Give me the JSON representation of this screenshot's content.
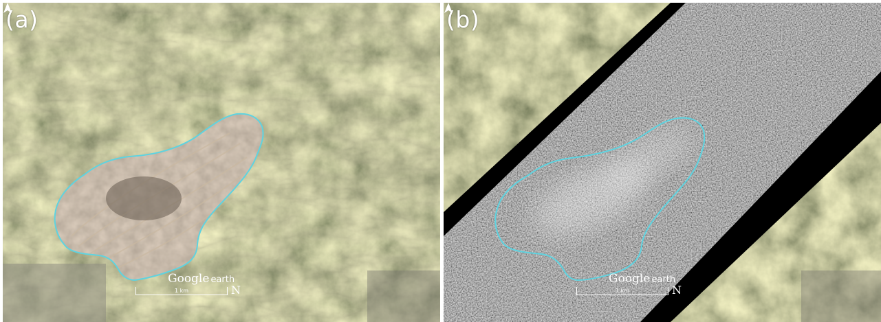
{
  "panels": [
    {
      "label": "(a)",
      "content": "satellite-image",
      "logo": {
        "word1": "Google",
        "word2": "earth"
      },
      "scale": {
        "text": "1 km"
      },
      "north": "N"
    },
    {
      "label": "(b)",
      "content": "satellite-image-with-change-detection-strip",
      "logo": {
        "word1": "Google",
        "word2": "earth"
      },
      "scale": {
        "text": "1 km"
      },
      "north": "N"
    }
  ],
  "colors": {
    "outline": "#5ed3e0",
    "terrain_dark": "#2f3a22",
    "terrain_mid": "#4a5432",
    "terrain_light": "#8a7f5e",
    "mine": "#a3917d",
    "strip": "#767676",
    "nodata": "#000000"
  }
}
